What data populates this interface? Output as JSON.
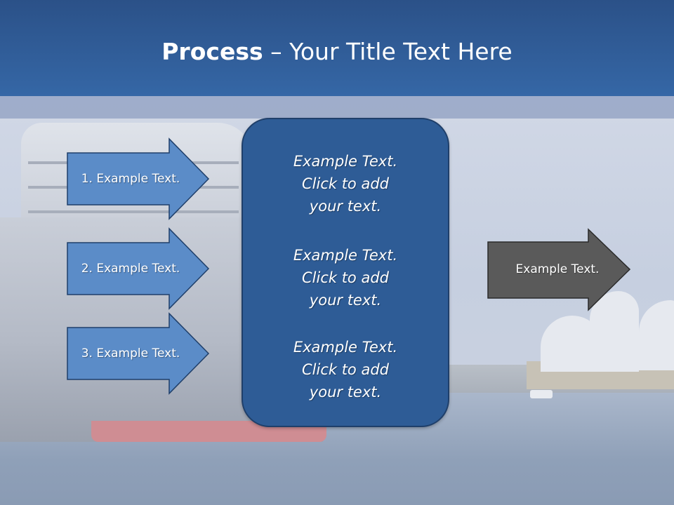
{
  "title": {
    "bold": "Process",
    "rest": " – Your Title Text Here"
  },
  "steps": [
    {
      "label": "1. Example Text."
    },
    {
      "label": "2. Example Text."
    },
    {
      "label": "3. Example Text."
    }
  ],
  "center_blocks": [
    {
      "line1": "Example Text.",
      "line2": "Click  to add",
      "line3": "your text."
    },
    {
      "line1": "Example Text.",
      "line2": "Click  to add",
      "line3": "your text."
    },
    {
      "line1": "Example Text.",
      "line2": "Click  to add",
      "line3": "your text."
    }
  ],
  "result": {
    "label": "Example Text."
  },
  "colors": {
    "header": "#3567a6",
    "step_arrow": "#5b8cc8",
    "center_box": "#2e5c96",
    "result_arrow": "#5a5a5a"
  }
}
